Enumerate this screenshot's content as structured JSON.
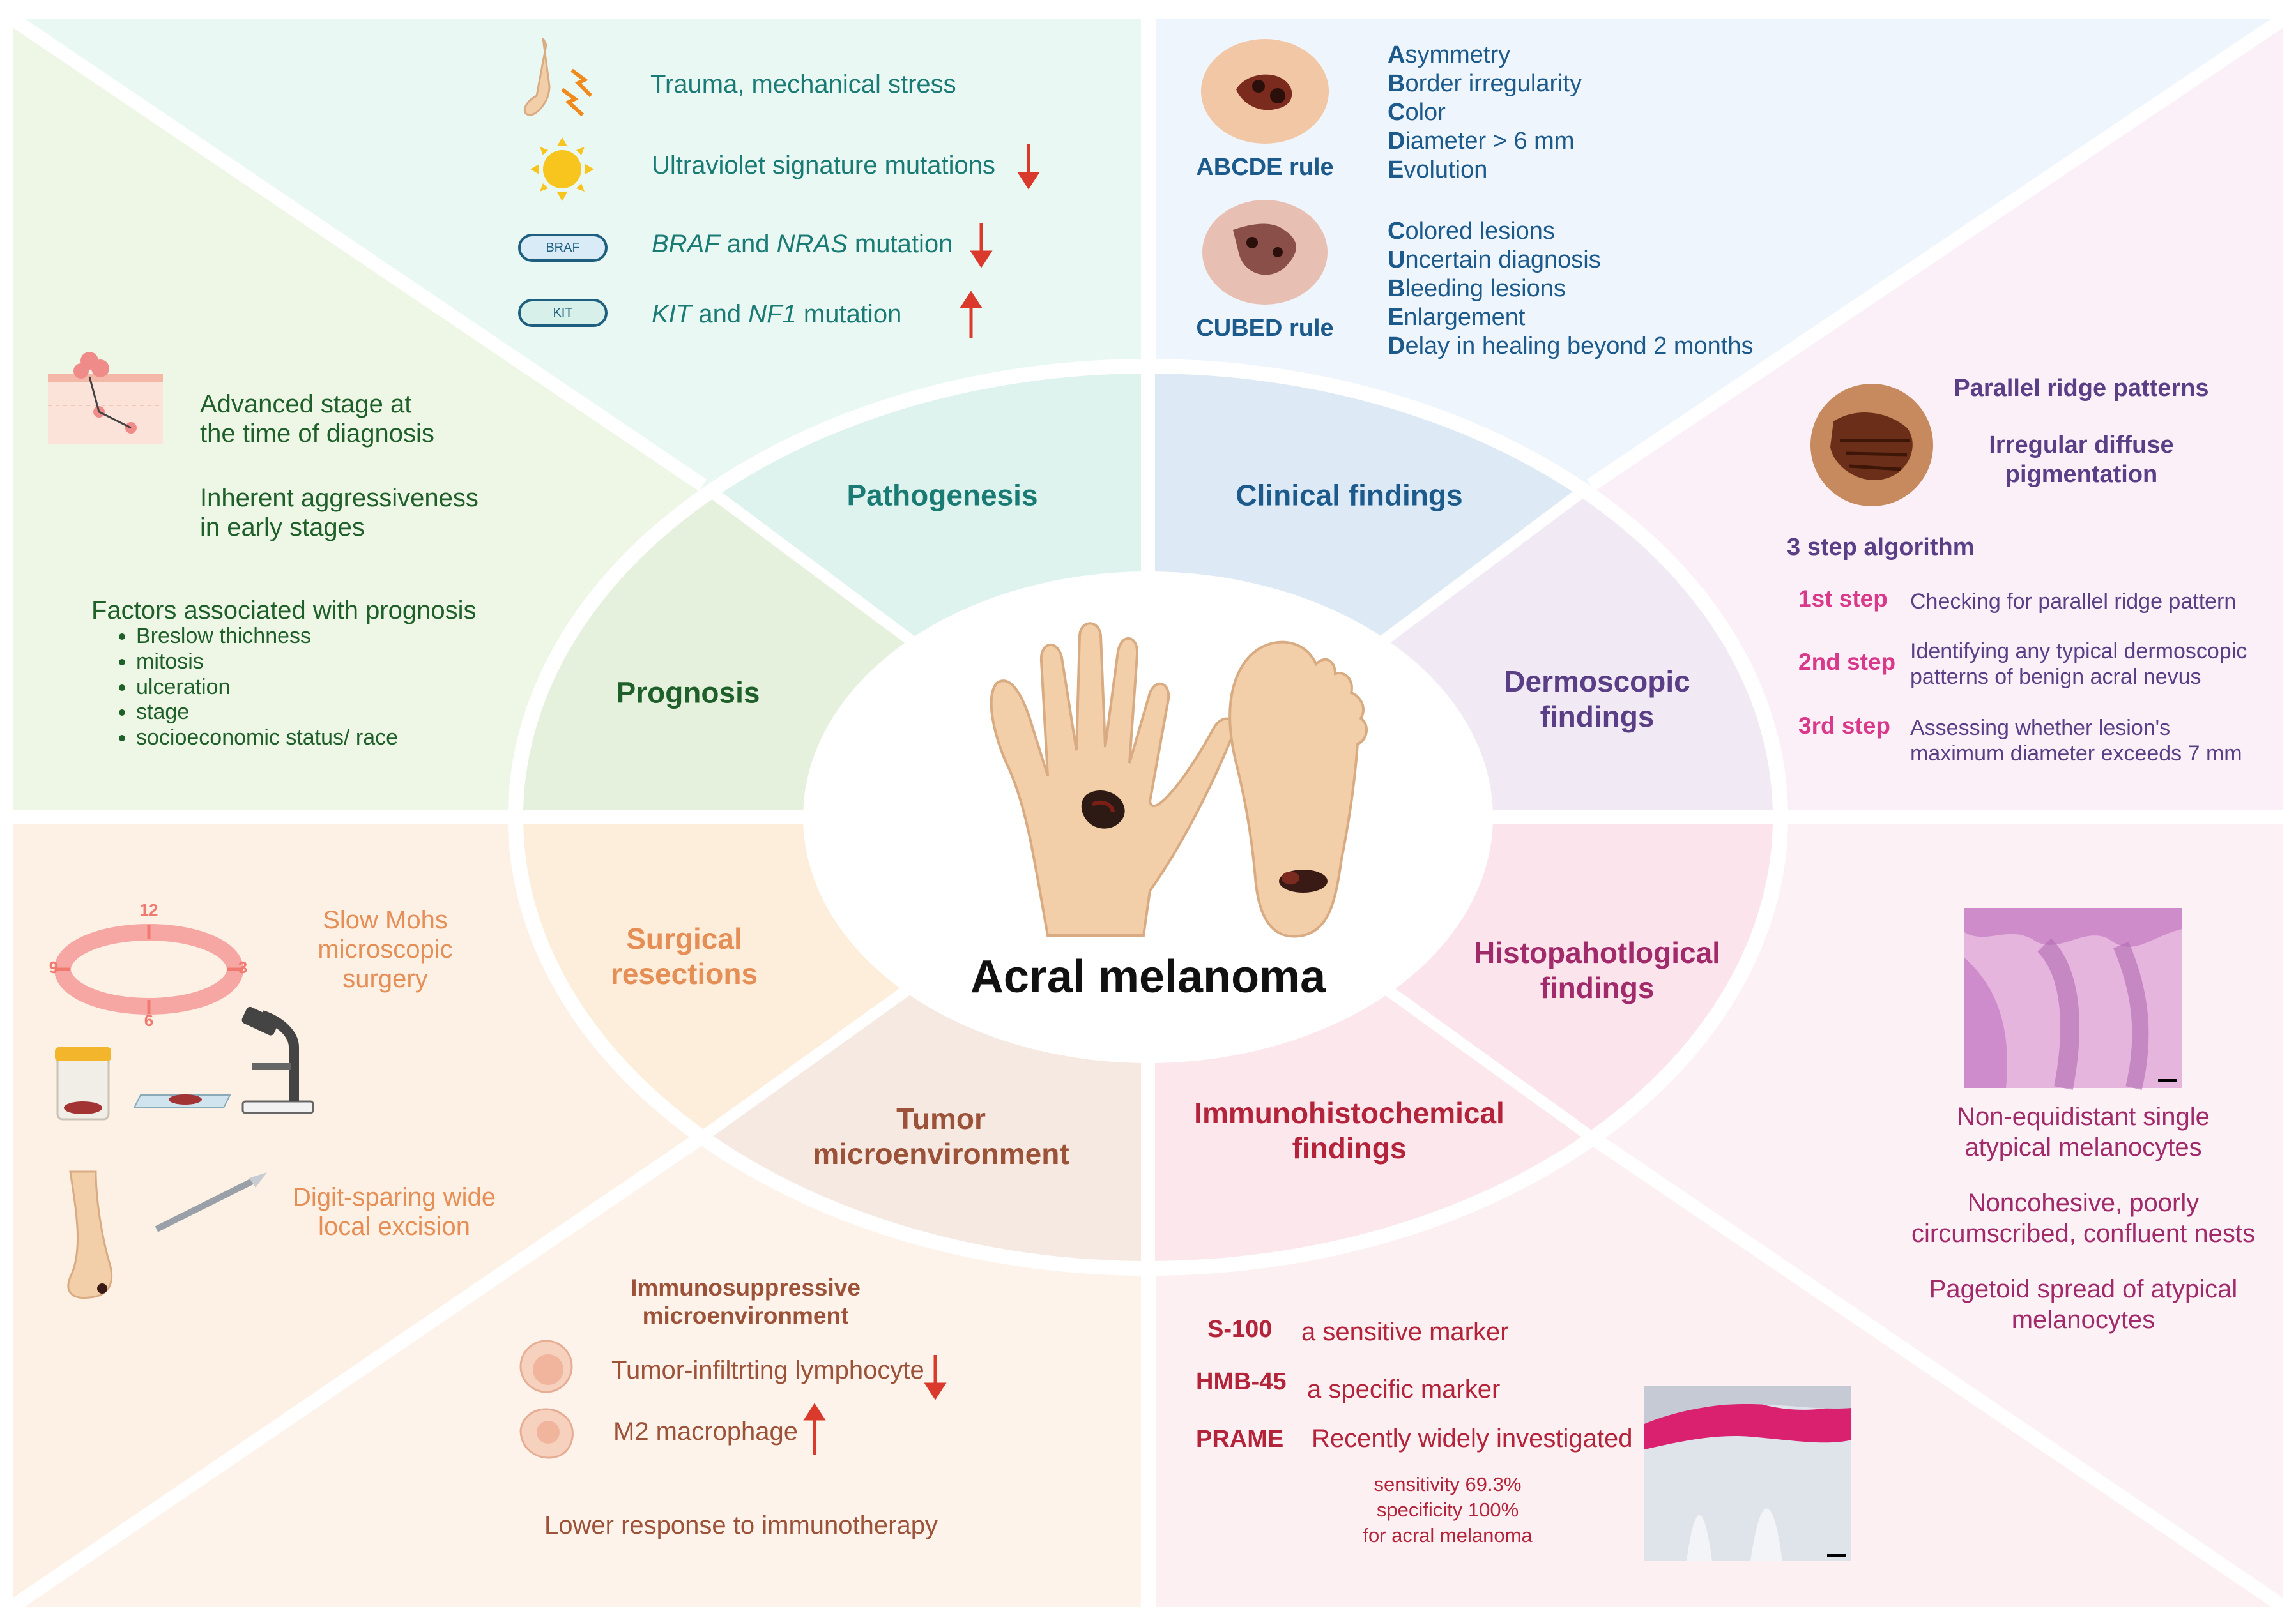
{
  "center_title": "Acral melanoma",
  "sections": {
    "pathogenesis": "Pathogenesis",
    "clinical": "Clinical findings",
    "dermoscopic": [
      "Dermoscopic",
      "findings"
    ],
    "histopathological": [
      "Histopahotlogical",
      "findings"
    ],
    "immunohistochemical": [
      "Immunohistochemical",
      "findings"
    ],
    "tumor_micro": [
      "Tumor",
      "microenvironment"
    ],
    "surgical": [
      "Surgical",
      "resections"
    ],
    "prognosis": "Prognosis"
  },
  "pathogenesis_panel": {
    "items": [
      {
        "text": "Trauma, mechanical stress",
        "icon": "foot-trauma-icon"
      },
      {
        "text": "Ultraviolet signature mutations",
        "icon": "sun-icon",
        "trend": "down"
      },
      {
        "text_italic_1": "BRAF",
        "text_mid": " and ",
        "text_italic_2": "NRAS",
        "text_end": " mutation",
        "badge": "BRAF",
        "trend": "down"
      },
      {
        "text_italic_1": "KIT",
        "text_mid": " and ",
        "text_italic_2": "NF1",
        "text_end": " mutation",
        "badge": "KIT",
        "trend": "up"
      }
    ]
  },
  "clinical_panel": {
    "abcde_label": "ABCDE rule",
    "abcde": [
      {
        "letter": "A",
        "rest": "symmetry"
      },
      {
        "letter": "B",
        "rest": "order irregularity"
      },
      {
        "letter": "C",
        "rest": "olor"
      },
      {
        "letter": "D",
        "rest": "iameter > 6 mm"
      },
      {
        "letter": "E",
        "rest": "volution"
      }
    ],
    "cubed_label": "CUBED  rule",
    "cubed": [
      {
        "letter": "C",
        "rest": "olored lesions"
      },
      {
        "letter": "U",
        "rest": "ncertain diagnosis"
      },
      {
        "letter": "B",
        "rest": "leeding lesions"
      },
      {
        "letter": "E",
        "rest": "nlargement"
      },
      {
        "letter": "D",
        "rest": "elay in healing beyond 2 months"
      }
    ]
  },
  "dermoscopic_panel": {
    "pattern_1": "Parallel ridge patterns",
    "pattern_2a": "Irregular diffuse",
    "pattern_2b": "pigmentation",
    "algorithm_title": "3 step algorithm",
    "steps": [
      {
        "label": "1st step",
        "text1": "Checking for parallel ridge pattern",
        "text2": ""
      },
      {
        "label": "2nd step",
        "text1": "Identifying any typical dermoscopic",
        "text2": "patterns of benign acral nevus"
      },
      {
        "label": "3rd step",
        "text1": "Assessing whether lesion's",
        "text2": "maximum diameter exceeds 7 mm"
      }
    ]
  },
  "histo_panel": {
    "lines": [
      [
        "Non-equidistant single",
        "atypical melanocytes"
      ],
      [
        "Noncohesive, poorly",
        "circumscribed, confluent nests"
      ],
      [
        "Pagetoid spread of atypical",
        "melanocytes"
      ]
    ]
  },
  "ihc_panel": {
    "markers": [
      {
        "name": "S-100",
        "desc": "a sensitive marker"
      },
      {
        "name": "HMB-45",
        "desc": "a specific marker"
      },
      {
        "name": "PRAME",
        "desc": "Recently widely investigated"
      }
    ],
    "prame_stats": [
      "sensitivity 69.3%",
      "specificity 100%",
      "for acral melanoma"
    ]
  },
  "tumor_panel": {
    "title": [
      "Immunosuppressive",
      "microenvironment"
    ],
    "items": [
      {
        "text": "Tumor-infiltrting lymphocyte",
        "trend": "down"
      },
      {
        "text": "M2 macrophage",
        "trend": "up"
      }
    ],
    "footer": "Lower response to immunotherapy"
  },
  "surgical_panel": {
    "mohs": [
      "Slow Mohs",
      "microscopic",
      "surgery"
    ],
    "clock": [
      "12",
      "3",
      "6",
      "9"
    ],
    "excision": [
      "Digit-sparing wide",
      "local excision"
    ]
  },
  "prognosis_panel": {
    "items": [
      [
        "Advanced stage at",
        "the time of diagnosis"
      ],
      [
        "Inherent aggressiveness",
        "in early stages"
      ]
    ],
    "factors_title": "Factors associated with prognosis",
    "factors": [
      "Breslow thichness",
      "mitosis",
      "ulceration",
      "stage",
      "socioeconomic status/ race"
    ]
  },
  "colors": {
    "pathogenesis": "#1a7a74",
    "clinical": "#1d5a8c",
    "dermoscopic": "#5a3f86",
    "histo": "#a02a6a",
    "ihc": "#b3233a",
    "tumor": "#9c5238",
    "surgical": "#e58f57",
    "prognosis": "#1f5f2a"
  }
}
